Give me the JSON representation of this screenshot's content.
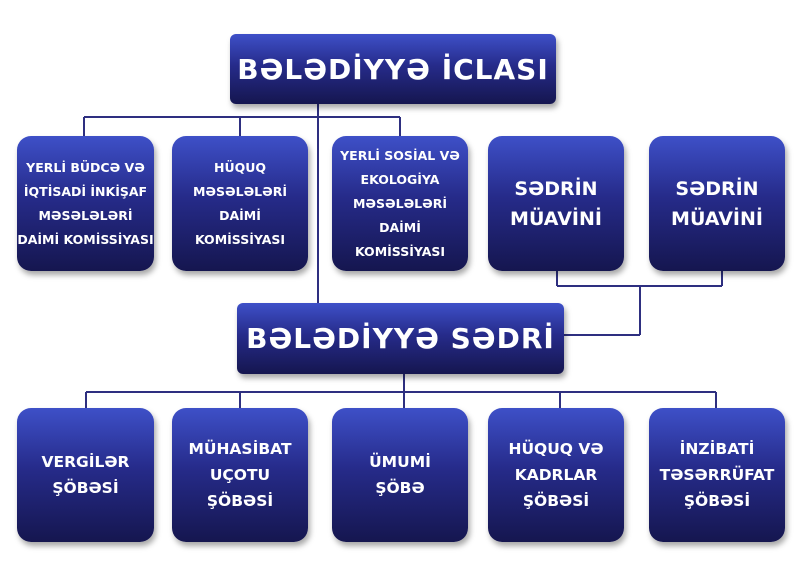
{
  "top": {
    "title": "BƏLƏDİYYƏ İCLASI"
  },
  "commissions": [
    {
      "label": "YERLİ BÜDCƏ VƏ\nİQTİSADİ İNKİŞAF\nMƏSƏLƏLƏRİ\nDAİMİ KOMİSSİYASI"
    },
    {
      "label": "HÜQUQ MƏSƏLƏLƏRİ\nDAİMİ KOMİSSİYASI"
    },
    {
      "label": "YERLİ SOSİAL VƏ\nEKOLOGİYA\nMƏSƏLƏLƏRİ\nDAİMİ KOMİSSİYASI"
    }
  ],
  "deputies": [
    {
      "label": "SƏDRİN\nMÜAVİNİ"
    },
    {
      "label": "SƏDRİN\nMÜAVİNİ"
    }
  ],
  "chair": {
    "title": "BƏLƏDİYYƏ SƏDRİ"
  },
  "departments": [
    {
      "label": "VERGİLƏR\nŞÖBƏSİ"
    },
    {
      "label": "MÜHASİBAT\nUÇOTU\nŞÖBƏSİ"
    },
    {
      "label": "ÜMUMİ\nŞÖBƏ"
    },
    {
      "label": "HÜQUQ VƏ\nKADRLAR\nŞÖBƏSİ"
    },
    {
      "label": "İNZİBATİ\nTƏSƏRRÜFAT\nŞÖBƏSİ"
    }
  ],
  "colors": {
    "box_top": "#3e50c8",
    "box_bottom": "#15164f",
    "connector": "#2e2f80"
  }
}
